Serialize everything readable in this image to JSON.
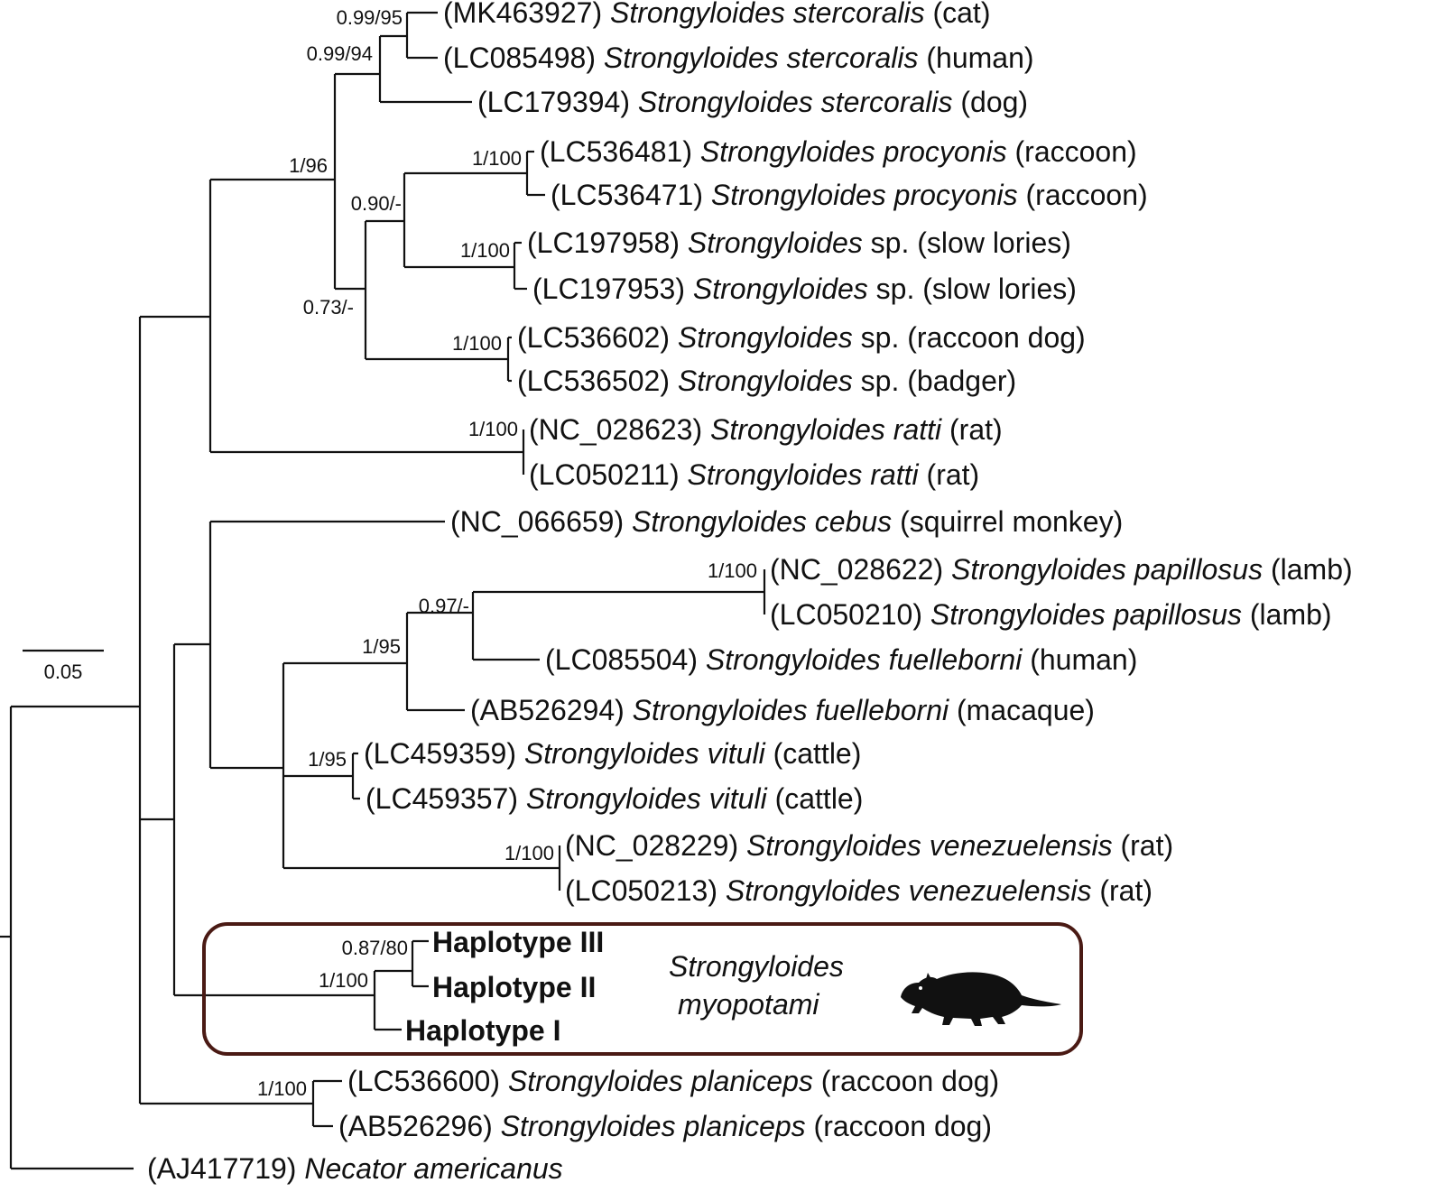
{
  "tips": [
    {
      "acc": "(MK463927)",
      "species": "Strongyloides stercoralis",
      "host": "(cat)"
    },
    {
      "acc": "(LC085498)",
      "species": "Strongyloides stercoralis",
      "host": "(human)"
    },
    {
      "acc": "(LC179394)",
      "species": "Strongyloides stercoralis",
      "host": "(dog)"
    },
    {
      "acc": "(LC536481)",
      "species": "Strongyloides procyonis",
      "host": "(raccoon)"
    },
    {
      "acc": "(LC536471)",
      "species": "Strongyloides procyonis",
      "host": "(raccoon)"
    },
    {
      "acc": "(LC197958)",
      "species": "Strongyloides",
      "host": "sp. (slow lories)"
    },
    {
      "acc": "(LC197953)",
      "species": "Strongyloides",
      "host": "sp. (slow lories)"
    },
    {
      "acc": "(LC536602)",
      "species": "Strongyloides",
      "host": "sp. (raccoon dog)"
    },
    {
      "acc": "(LC536502)",
      "species": "Strongyloides",
      "host": "sp. (badger)"
    },
    {
      "acc": "(NC_028623)",
      "species": "Strongyloides ratti",
      "host": "(rat)"
    },
    {
      "acc": "(LC050211)",
      "species": "Strongyloides ratti",
      "host": "(rat)"
    },
    {
      "acc": "(NC_066659)",
      "species": "Strongyloides cebus",
      "host": "(squirrel monkey)"
    },
    {
      "acc": "(NC_028622)",
      "species": "Strongyloides papillosus",
      "host": "(lamb)"
    },
    {
      "acc": "(LC050210)",
      "species": "Strongyloides papillosus",
      "host": "(lamb)"
    },
    {
      "acc": "(LC085504)",
      "species": "Strongyloides fuelleborni",
      "host": "(human)"
    },
    {
      "acc": "(AB526294)",
      "species": "Strongyloides fuelleborni",
      "host": "(macaque)"
    },
    {
      "acc": "(LC459359)",
      "species": "Strongyloides vituli",
      "host": "(cattle)"
    },
    {
      "acc": "(LC459357)",
      "species": "Strongyloides vituli",
      "host": "(cattle)"
    },
    {
      "acc": "(NC_028229)",
      "species": "Strongyloides venezuelensis",
      "host": "(rat)"
    },
    {
      "acc": "(LC050213)",
      "species": "Strongyloides venezuelensis",
      "host": "(rat)"
    },
    {
      "acc": "(LC536600)",
      "species": "Strongyloides planiceps",
      "host": " (raccoon dog)"
    },
    {
      "acc": "(AB526296)",
      "species": "Strongyloides planiceps",
      "host": "(raccoon dog)"
    },
    {
      "acc": "(AJ417719)",
      "species": "Necator americanus",
      "host": ""
    }
  ],
  "haplotypes": [
    "Haplotype III",
    "Haplotype II",
    "Haplotype I"
  ],
  "group_label": [
    "Strongyloides",
    "myopotami"
  ],
  "supports": {
    "s_cat_human": "0.99/95",
    "stercoralis": "0.99/94",
    "clade_main": "1/96",
    "procyonis": "1/100",
    "pro_slow": "0.90/-",
    "slow": "1/100",
    "sp_rd_badger": "1/100",
    "mid_clade": "0.73/-",
    "ratti": "1/100",
    "papillosus": "1/100",
    "pap_fue": "0.97/-",
    "fue_clade": "1/95",
    "vituli": "1/95",
    "venezuelensis": "1/100",
    "hap3_hap2": "0.87/80",
    "haplotypes": "1/100",
    "planiceps": "1/100"
  },
  "scale_bar": "0.05",
  "colors": {
    "line": "#111111",
    "box": "#4a1a14"
  },
  "icons": {
    "host": "coypu-silhouette-icon"
  }
}
